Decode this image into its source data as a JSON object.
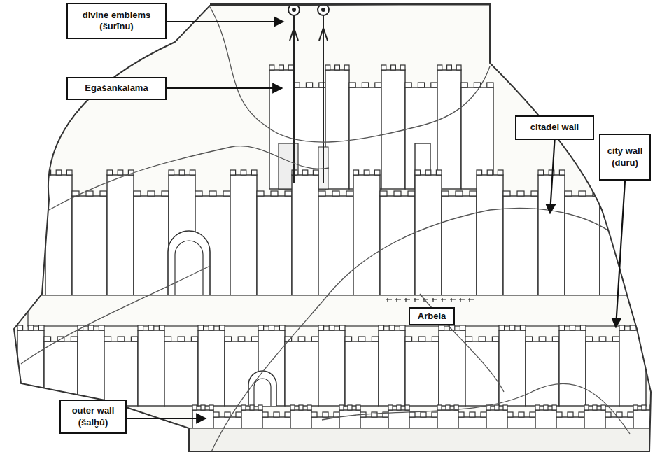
{
  "diagram": {
    "nodes": [
      {
        "text": [
          "divine emblems (šurīnu)"
        ]
      },
      {
        "text": [
          "Egašankalama"
        ]
      },
      {
        "text": [
          "citadel wall"
        ]
      },
      {
        "text": [
          "city wall (dūru)"
        ]
      },
      {
        "text": [
          "Arbela"
        ]
      },
      {
        "text": [
          "outer wall (šalḫû)"
        ]
      }
    ]
  }
}
